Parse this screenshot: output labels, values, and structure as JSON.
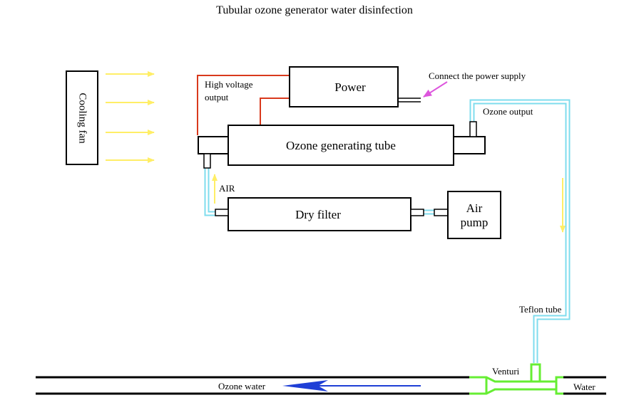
{
  "title": "Tubular ozone generator water disinfection",
  "components": {
    "cooling_fan": "Cooling fan",
    "power": "Power",
    "ozone_tube": "Ozone generating tube",
    "dry_filter": "Dry filter",
    "air_pump_line1": "Air",
    "air_pump_line2": "pump"
  },
  "labels": {
    "high_voltage_line1": "High voltage",
    "high_voltage_line2": "output",
    "connect_power": "Connect the power supply",
    "ozone_output": "Ozone output",
    "air": "AIR",
    "teflon_tube": "Teflon tube",
    "venturi": "Venturi",
    "water": "Water",
    "ozone_water": "Ozone water"
  },
  "colors": {
    "airflow_arrow": "#ffee66",
    "hv_wire": "#d9391c",
    "teflon_tube": "#7fdcee",
    "venturi": "#66ee33",
    "power_arrow": "#dd55dd",
    "water_flow_arrow": "#1f3fd6"
  }
}
